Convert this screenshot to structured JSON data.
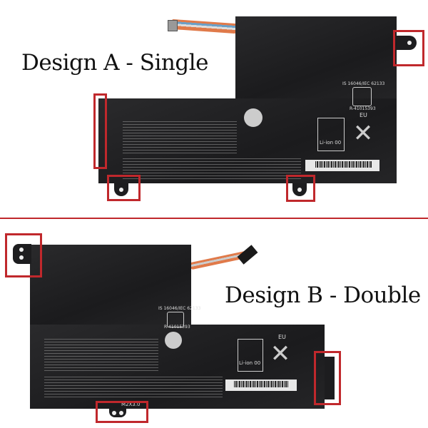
{
  "design_a": {
    "title": "Design A - Single",
    "cert": "IS 16046/IEC 62133",
    "reg": "R-41015393",
    "eu": "EU",
    "chem": "Li-ion 00"
  },
  "design_b": {
    "title": "Design B - Double",
    "cert": "IS 16046/IEC 62133",
    "reg": "R-41015393",
    "eu": "EU",
    "chem": "Li-ion 00",
    "screw": "M2X3.0"
  },
  "colors": {
    "highlight": "#c0282c",
    "battery": "#1f1f21"
  }
}
